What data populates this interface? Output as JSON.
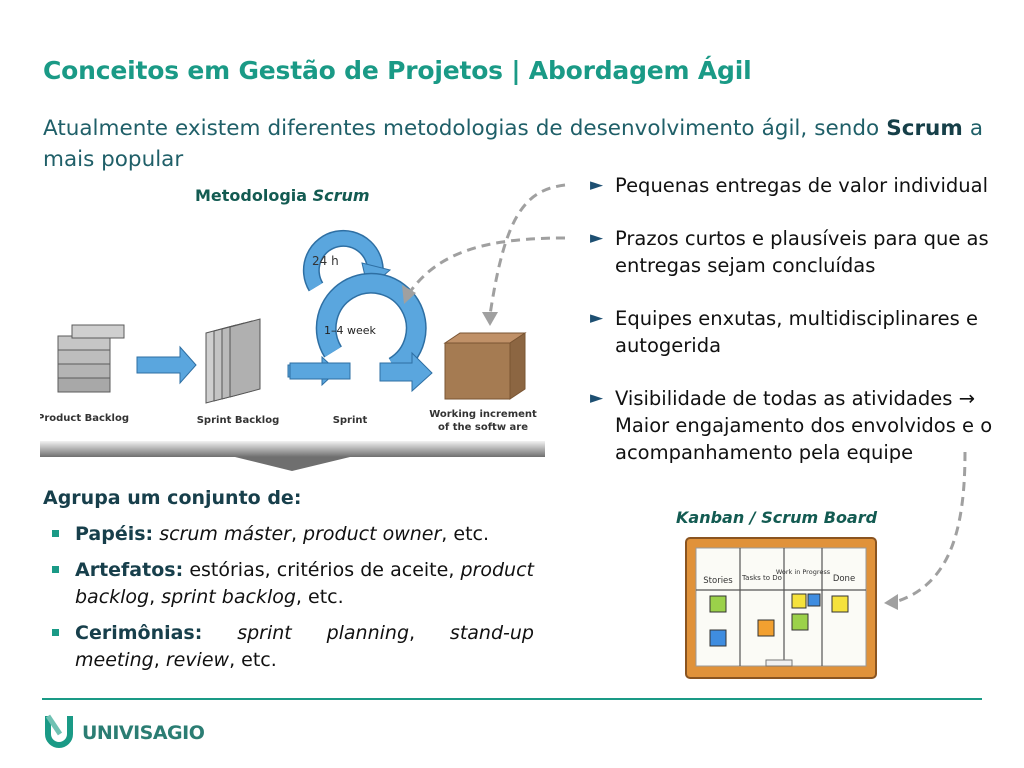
{
  "slide": {
    "title": "Conceitos em Gestão de Projetos | Abordagem Ágil",
    "intro": {
      "before": "Atualmente existem diferentes metodologias de desenvolvimento ágil, sendo ",
      "emphasis": "Scrum",
      "after": " a mais popular"
    }
  },
  "diagram": {
    "title_prefix": "Metodologia ",
    "title_emphasis": "Scrum",
    "cycle_daily": "24 h",
    "cycle_sprint": "1–4 week",
    "labels": {
      "product_backlog": "Product Backlog",
      "sprint_backlog": "Sprint Backlog",
      "sprint": "Sprint",
      "increment_1": "Working increment",
      "increment_2": "of the softw are"
    }
  },
  "bullets": [
    {
      "text": "Pequenas entregas de valor individual"
    },
    {
      "text": "Prazos curtos e plausíveis para que as entregas sejam concluídas"
    },
    {
      "text": "Equipes enxutas, multidisciplinares e autogerida"
    },
    {
      "text": "Visibilidade de todas as atividades → Maior engajamento dos envolvidos e o acompanhamento pela equipe"
    }
  ],
  "grouping": {
    "heading": "Agrupa um conjunto de:",
    "items": [
      {
        "label": "Papéis:",
        "parts": [
          {
            "t": "scrum máster",
            "i": true
          },
          {
            "t": ", ",
            "i": false
          },
          {
            "t": "product owner",
            "i": true
          },
          {
            "t": ", etc.",
            "i": false
          }
        ]
      },
      {
        "label": "Artefatos:",
        "parts": [
          {
            "t": " estórias, critérios de aceite, ",
            "i": false
          },
          {
            "t": "product backlog",
            "i": true
          },
          {
            "t": ", ",
            "i": false
          },
          {
            "t": "sprint backlog",
            "i": true
          },
          {
            "t": ", etc.",
            "i": false
          }
        ]
      },
      {
        "label": "Cerimônias:",
        "parts": [
          {
            "t": " sprint planning",
            "i": true
          },
          {
            "t": ", ",
            "i": false
          },
          {
            "t": "stand-up meeting",
            "i": true
          },
          {
            "t": ", ",
            "i": false
          },
          {
            "t": "review",
            "i": true
          },
          {
            "t": ", etc.",
            "i": false
          }
        ]
      }
    ]
  },
  "kanban": {
    "title": "Kanban /  Scrum Board",
    "columns": [
      "Stories",
      "Tasks to Do",
      "Work in Progress",
      "Done"
    ]
  },
  "brand": {
    "name": "UNIVISAGIO"
  },
  "colors": {
    "teal": "#1a9a86",
    "cycle_blue": "#5aa6de",
    "box_brown": "#a57b52",
    "board_frame": "#e0923a"
  }
}
